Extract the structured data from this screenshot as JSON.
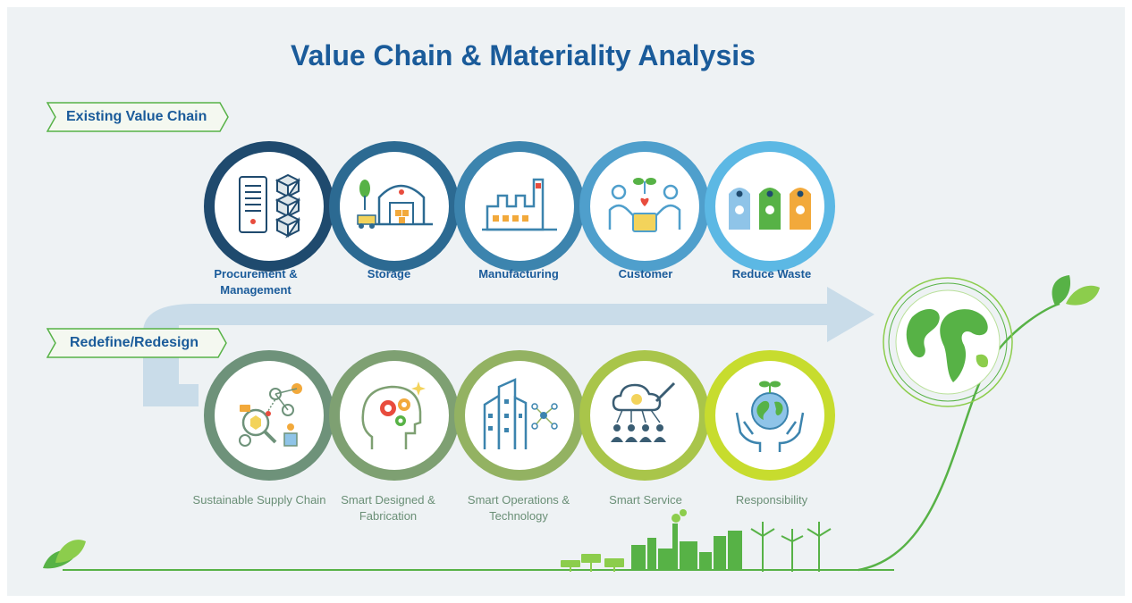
{
  "title": "Value Chain & Materiality Analysis",
  "sections": {
    "existing": {
      "label": "Existing Value Chain",
      "steps": [
        {
          "label": "Procurement & Management",
          "icon": "server-database-icon",
          "color": "#1f4a6e"
        },
        {
          "label": "Storage",
          "icon": "warehouse-icon",
          "color": "#2c6a92"
        },
        {
          "label": "Manufacturing",
          "icon": "factory-icon",
          "color": "#3c84ae"
        },
        {
          "label": "Customer",
          "icon": "customer-icon",
          "color": "#4f9fcc"
        },
        {
          "label": "Reduce Waste",
          "icon": "recycle-bins-icon",
          "color": "#5cb8e4"
        }
      ]
    },
    "redesign": {
      "label": "Redefine/Redesign",
      "steps": [
        {
          "label": "Sustainable Supply Chain",
          "icon": "supply-chain-icon",
          "color": "#6e927a"
        },
        {
          "label": "Smart Designed & Fabrication",
          "icon": "brain-gears-icon",
          "color": "#7ea072"
        },
        {
          "label": "Smart Operations & Technology",
          "icon": "smart-building-icon",
          "color": "#93b262"
        },
        {
          "label": "Smart Service",
          "icon": "cloud-service-icon",
          "color": "#a9c54a"
        },
        {
          "label": "Responsibility",
          "icon": "globe-hands-icon",
          "color": "#c7dc2e"
        }
      ]
    }
  },
  "colors": {
    "title": "#1a5b9a",
    "arrow": "#c9dce9",
    "green": "#57b246",
    "light_green": "#8ccd4c"
  }
}
